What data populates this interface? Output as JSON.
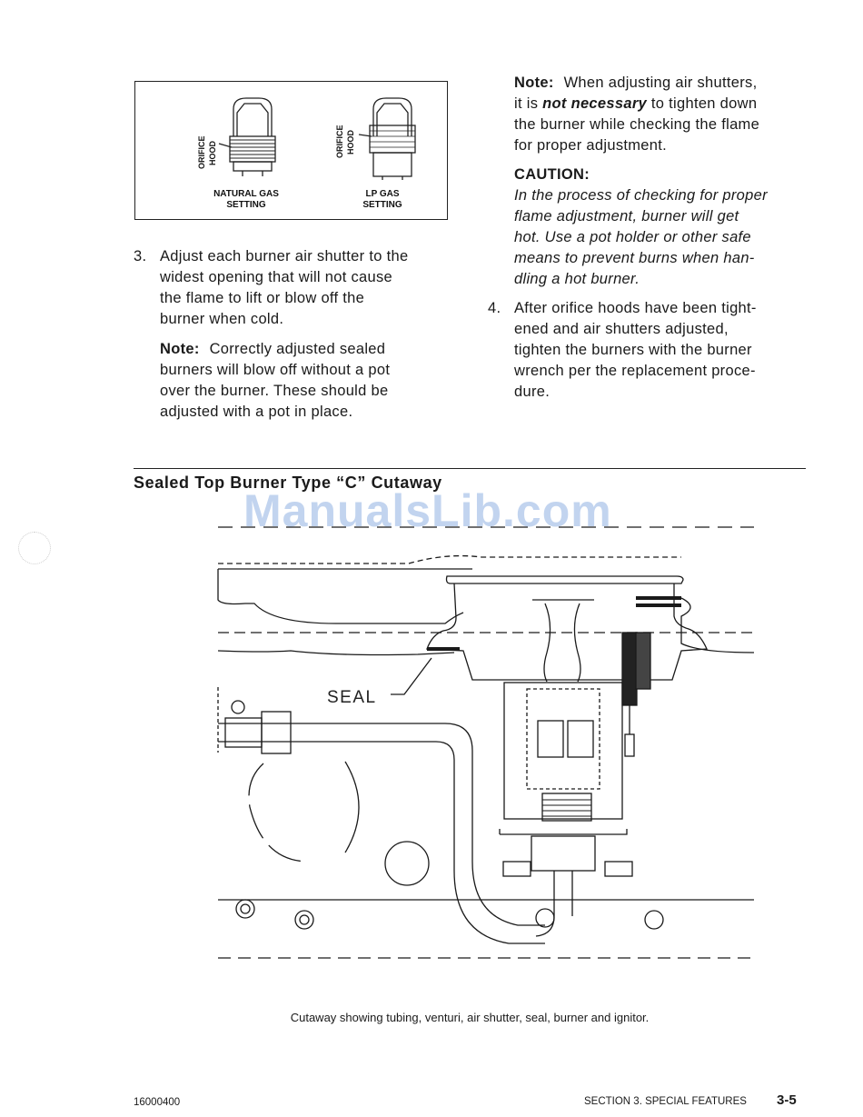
{
  "figure_orifice": {
    "side_label": "ORIFICE\nHOOD",
    "side_label_line1": "ORIFICE",
    "side_label_line2": "HOOD",
    "natural_line1": "NATURAL GAS",
    "natural_line2": "SETTING",
    "lp_line1": "LP GAS",
    "lp_line2": "SETTING"
  },
  "left_column": {
    "step3_number": "3.",
    "step3_lines": [
      "Adjust each burner air shutter to the",
      "widest opening that will not cause",
      "the flame to lift or blow off the",
      "burner when cold."
    ],
    "note_label": "Note:",
    "note_lines": [
      "Correctly adjusted sealed",
      "burners will blow off without a pot",
      "over the burner.  These should be",
      "adjusted with a pot in place."
    ]
  },
  "right_column": {
    "note_label": "Note:",
    "note_line1_rest": "When adjusting air shutters,",
    "note_line2_a": "it is ",
    "note_line2_emph": "not necessary",
    "note_line2_b": " to tighten down",
    "note_lines_after": [
      "the burner while checking the flame",
      "for proper adjustment."
    ],
    "caution_label": "CAUTION:",
    "caution_lines": [
      "In the process of checking for proper",
      "flame adjustment, burner will get",
      "hot.  Use a pot holder or other safe",
      "means to prevent burns when han-",
      "dling a hot burner."
    ],
    "step4_number": "4.",
    "step4_lines": [
      "After orifice hoods have been tight-",
      "ened and air shutters adjusted,",
      "tighten the burners with the burner",
      "wrench per the replacement proce-",
      "dure."
    ]
  },
  "section": {
    "title": "Sealed Top Burner Type “C” Cutaway",
    "seal_label": "SEAL",
    "caption": "Cutaway showing tubing, venturi, air shutter, seal, burner and ignitor."
  },
  "watermark": "ManualsLib.com",
  "footer": {
    "doc_number": "16000400",
    "section_label": "SECTION 3.  SPECIAL FEATURES",
    "page_number": "3-5"
  }
}
